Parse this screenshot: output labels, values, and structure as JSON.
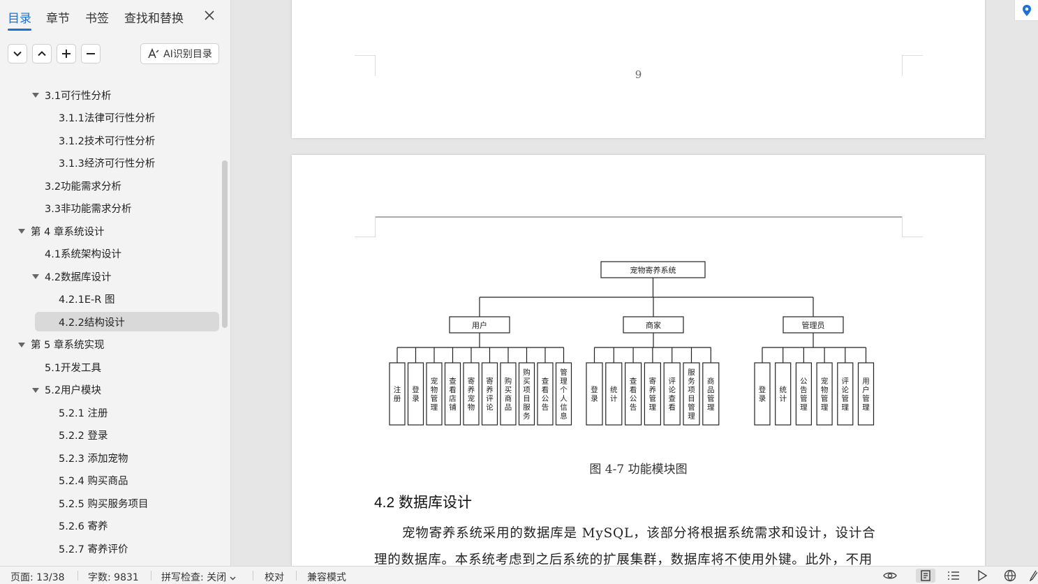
{
  "sidebar": {
    "tabs": [
      {
        "label": "目录"
      },
      {
        "label": "章节"
      },
      {
        "label": "书签"
      },
      {
        "label": "查找和替换"
      }
    ],
    "ai_button_label": "AI识别目录",
    "toc": [
      {
        "label": "3.1可行性分析",
        "level": 1,
        "expandable": true
      },
      {
        "label": "3.1.1法律可行性分析",
        "level": 2
      },
      {
        "label": "3.1.2技术可行性分析",
        "level": 2
      },
      {
        "label": "3.1.3经济可行性分析",
        "level": 2
      },
      {
        "label": "3.2功能需求分析",
        "level": 1
      },
      {
        "label": "3.3非功能需求分析",
        "level": 1
      },
      {
        "label": "第 4 章系统设计",
        "level": 0,
        "expandable": true
      },
      {
        "label": "4.1系统架构设计",
        "level": 1
      },
      {
        "label": "4.2数据库设计",
        "level": 1,
        "expandable": true
      },
      {
        "label": "4.2.1E-R 图",
        "level": 2
      },
      {
        "label": "4.2.2结构设计",
        "level": 2,
        "selected": true
      },
      {
        "label": "第 5 章系统实现",
        "level": 0,
        "expandable": true
      },
      {
        "label": "5.1开发工具",
        "level": 1
      },
      {
        "label": "5.2用户模块",
        "level": 1,
        "expandable": true
      },
      {
        "label": "5.2.1 注册",
        "level": 2
      },
      {
        "label": "5.2.2 登录",
        "level": 2
      },
      {
        "label": "5.2.3 添加宠物",
        "level": 2
      },
      {
        "label": "5.2.4 购买商品",
        "level": 2
      },
      {
        "label": "5.2.5 购买服务项目",
        "level": 2
      },
      {
        "label": "5.2.6 寄养",
        "level": 2
      },
      {
        "label": "5.2.7 寄养评价",
        "level": 2
      }
    ]
  },
  "document": {
    "page_number": "9",
    "diagram": {
      "root": "宠物寄养系统",
      "groups": [
        {
          "name": "用户",
          "items": [
            "注册",
            "登录",
            "宠物管理",
            "查看店铺",
            "寄养宠物",
            "寄养评论",
            "购买商品",
            "购买项目服务",
            "查看公告",
            "管理个人信息"
          ]
        },
        {
          "name": "商家",
          "items": [
            "登录",
            "统计",
            "查看公告",
            "寄养管理",
            "评论查看",
            "服务项目管理",
            "商品管理"
          ]
        },
        {
          "name": "管理员",
          "items": [
            "登录",
            "统计",
            "公告管理",
            "宠物管理",
            "评论管理",
            "用户管理"
          ]
        }
      ]
    },
    "figure_caption": "图 4-7 功能模块图",
    "section_heading": "4.2 数据库设计",
    "paragraph_line1": "宠物寄养系统采用的数据库是 MySQL，该部分将根据系统需求和设计，设计合",
    "paragraph_line2": "理的数据库。本系统考虑到之后系统的扩展集群，数据库将不使用外键。此外，不用"
  },
  "statusbar": {
    "page": "页面: 13/38",
    "words": "字数: 9831",
    "spellcheck": "拼写检查: 关闭",
    "proofread": "校对",
    "compat": "兼容模式"
  },
  "colors": {
    "accent": "#1a6fd8",
    "location_pin": "#1a6fd8"
  }
}
